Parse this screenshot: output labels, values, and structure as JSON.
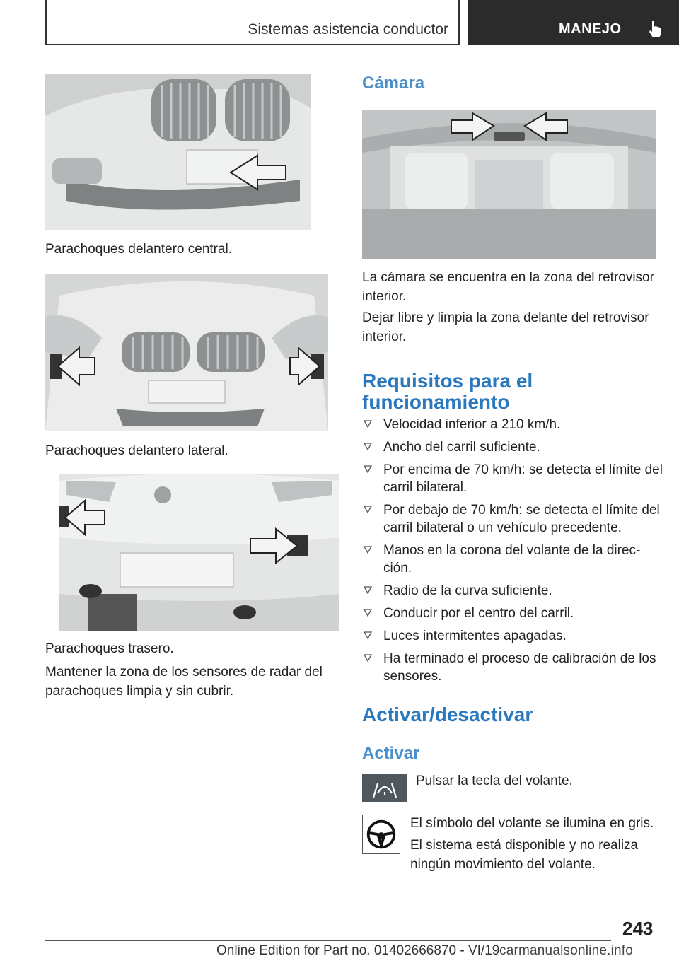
{
  "header": {
    "section_title": "Sistemas asistencia conductor",
    "tab_label": "MANEJO"
  },
  "left": {
    "caption_front_center": "Parachoques delantero central.",
    "caption_front_side": "Parachoques delantero lateral.",
    "caption_rear": "Parachoques trasero.",
    "note_sensors": "Mantener la zona de los sensores de radar del parachoques limpia y sin cubrir."
  },
  "right": {
    "camera_heading": "Cámara",
    "camera_location": "La cámara se encuentra en la zona del retrovisor interior.",
    "camera_keep_clear": "Dejar libre y limpia la zona delante del retrovisor interior.",
    "requirements_heading": "Requisitos para el funcionamiento",
    "requirements": [
      "Velocidad inferior a 210 km/h.",
      "Ancho del carril suficiente.",
      "Por encima de 70 km/h: se detecta el límite del carril bilateral.",
      "Por debajo de 70 km/h: se detecta el límite del carril bilateral o un vehículo precedente.",
      "Manos en la corona del volante de la direc‐ción.",
      "Radio de la curva suficiente.",
      "Conducir por el centro del carril.",
      "Luces intermitentes apagadas.",
      "Ha terminado el proceso de calibración de los sensores."
    ],
    "toggle_heading": "Activar/desactivar",
    "activate_heading": "Activar",
    "press_button": "Pulsar la tecla del volante.",
    "symbol_grey": "El símbolo del volante se ilumina en gris.",
    "system_available": "El sistema está disponible y no realiza ningún movimiento del volante."
  },
  "footer": {
    "page_number": "243",
    "edition": "Online Edition for Part no. 01402666870 - VI/19",
    "watermark": "carmanualsonline.info"
  },
  "icons": {
    "header_tab": "hand-pointer-icon",
    "bullet": "triangle-bullet-icon",
    "lane_button": "lane-assist-button-icon",
    "steering": "steering-wheel-icon"
  },
  "colors": {
    "heading_blue": "#2a78bd",
    "subheading_blue": "#4a8fc9",
    "tab_dark": "#2b2b2b"
  }
}
